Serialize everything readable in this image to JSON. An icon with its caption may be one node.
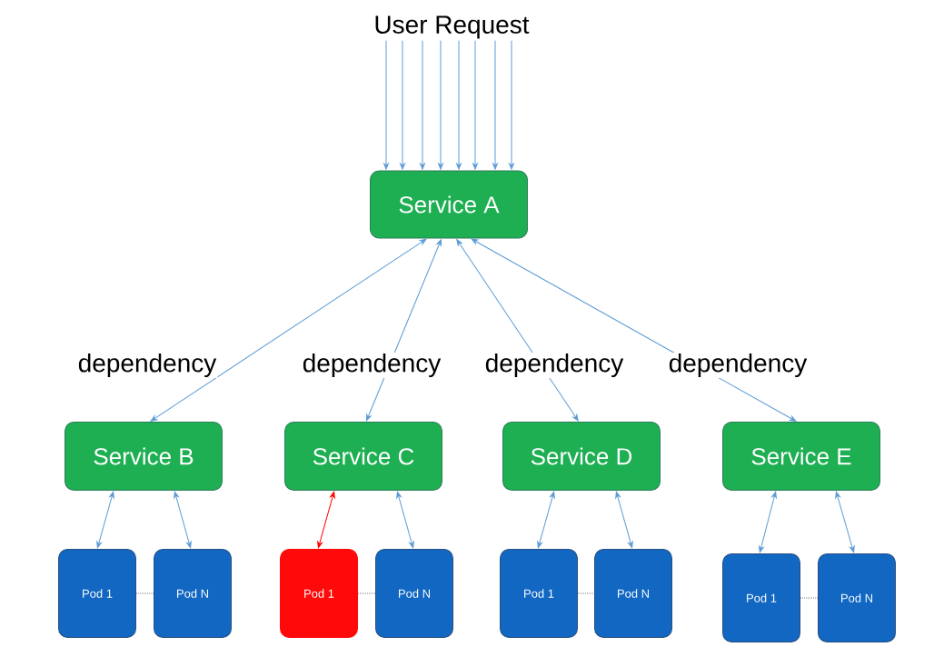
{
  "diagram": {
    "nodes": [
      {
        "text": [
          "User Request"
        ]
      },
      {
        "text": [
          "Service A"
        ]
      },
      {
        "text": [
          "Service B"
        ]
      },
      {
        "text": [
          "Service C"
        ]
      },
      {
        "text": [
          "Service D"
        ]
      },
      {
        "text": [
          "Service E"
        ]
      },
      {
        "text": [
          "Pod 1"
        ]
      },
      {
        "text": [
          "Pod N"
        ]
      },
      {
        "text": [
          "Pod 1"
        ]
      },
      {
        "text": [
          "Pod N"
        ]
      },
      {
        "text": [
          "Pod 1"
        ]
      },
      {
        "text": [
          "Pod N"
        ]
      },
      {
        "text": [
          "Pod 1"
        ]
      },
      {
        "text": [
          "Pod N"
        ]
      }
    ],
    "edges": [
      {
        "from": 0,
        "to": 1,
        "arrow": "to"
      },
      {
        "from": 0,
        "to": 1,
        "arrow": "to"
      },
      {
        "from": 0,
        "to": 1,
        "arrow": "to"
      },
      {
        "from": 0,
        "to": 1,
        "arrow": "to"
      },
      {
        "from": 0,
        "to": 1,
        "arrow": "to"
      },
      {
        "from": 0,
        "to": 1,
        "arrow": "to"
      },
      {
        "from": 0,
        "to": 1,
        "arrow": "to"
      },
      {
        "from": 0,
        "to": 1,
        "arrow": "to"
      },
      {
        "from": 1,
        "to": 2,
        "arrow": "both",
        "label": "dependency"
      },
      {
        "from": 1,
        "to": 3,
        "arrow": "both",
        "label": "dependency"
      },
      {
        "from": 1,
        "to": 4,
        "arrow": "both",
        "label": "dependency"
      },
      {
        "from": 1,
        "to": 5,
        "arrow": "both",
        "label": "dependency"
      },
      {
        "from": 2,
        "to": 6,
        "arrow": "both"
      },
      {
        "from": 2,
        "to": 7,
        "arrow": "both"
      },
      {
        "from": 3,
        "to": 8,
        "arrow": "both",
        "color": "#ff0000"
      },
      {
        "from": 3,
        "to": 9,
        "arrow": "both"
      },
      {
        "from": 4,
        "to": 10,
        "arrow": "both"
      },
      {
        "from": 4,
        "to": 11,
        "arrow": "both"
      },
      {
        "from": 5,
        "to": 12,
        "arrow": "both"
      },
      {
        "from": 5,
        "to": 13,
        "arrow": "both"
      },
      {
        "from": 6,
        "to": 7,
        "arrow": "none",
        "style": "dashed"
      },
      {
        "from": 8,
        "to": 9,
        "arrow": "none",
        "style": "dashed"
      },
      {
        "from": 10,
        "to": 11,
        "arrow": "none",
        "style": "dashed"
      },
      {
        "from": 12,
        "to": 13,
        "arrow": "none",
        "style": "dashed"
      }
    ]
  }
}
